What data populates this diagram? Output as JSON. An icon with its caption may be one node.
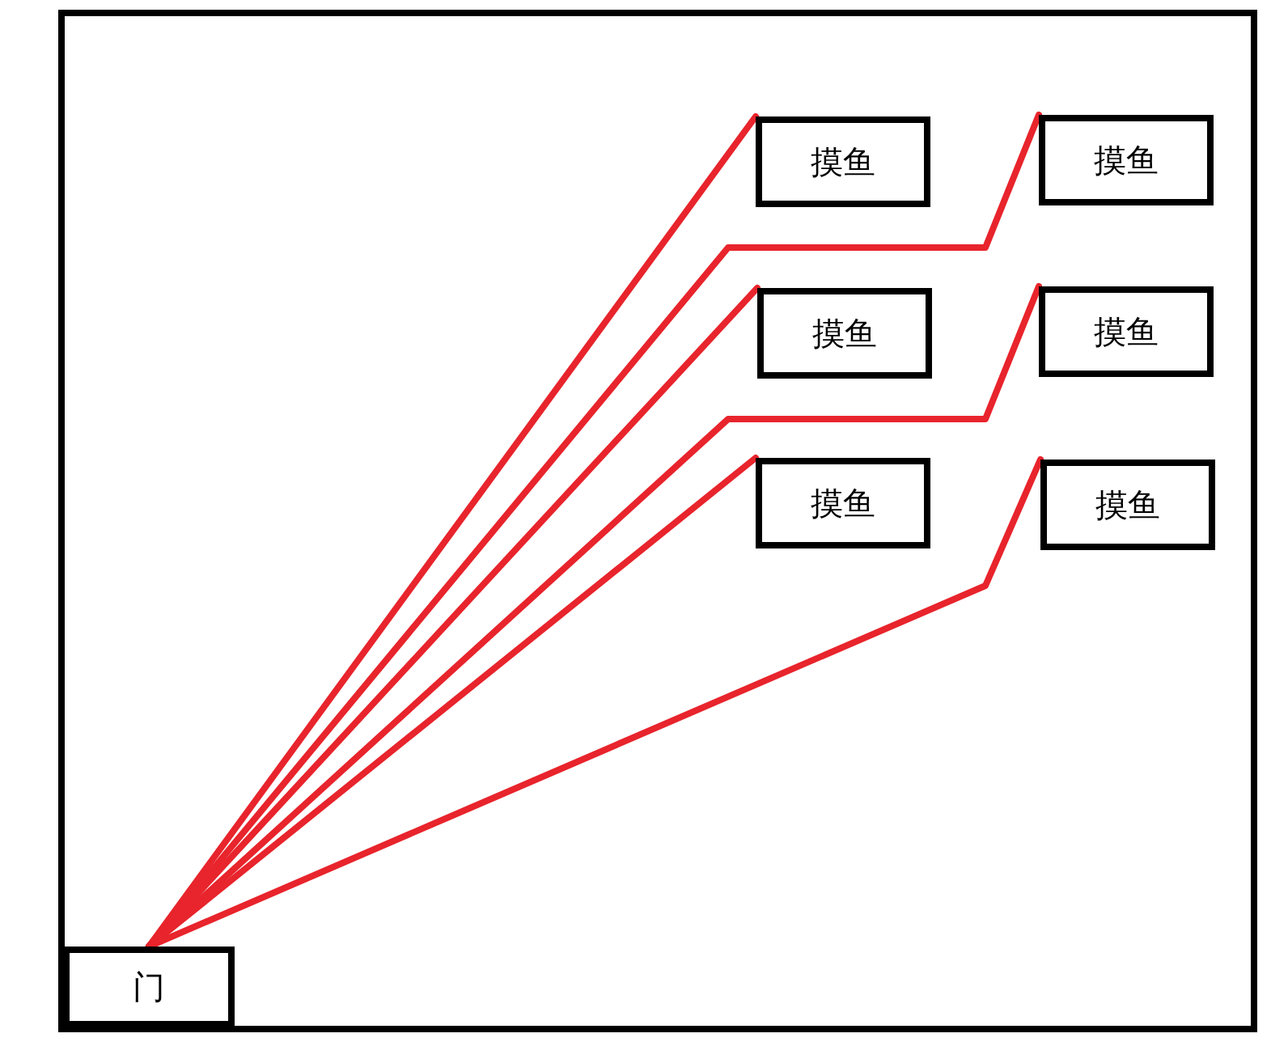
{
  "diagram": {
    "nodes": [
      {
        "text": [],
        "shape": "box"
      },
      {
        "text": [
          "门"
        ],
        "in": 0
      },
      {
        "text": [
          "摸鱼"
        ],
        "in": 0
      },
      {
        "text": [
          "摸鱼"
        ],
        "in": 0
      },
      {
        "text": [
          "摸鱼"
        ],
        "in": 0
      },
      {
        "text": [
          "摸鱼"
        ],
        "in": 0
      },
      {
        "text": [
          "摸鱼"
        ],
        "in": 0
      },
      {
        "text": [
          "摸鱼"
        ],
        "in": 0
      }
    ],
    "edges": [
      {
        "from": 1,
        "to": 2,
        "arrow": "none"
      },
      {
        "from": 1,
        "to": 3,
        "arrow": "none"
      },
      {
        "from": 1,
        "to": 4,
        "arrow": "none"
      },
      {
        "from": 1,
        "to": 5,
        "arrow": "none"
      },
      {
        "from": 1,
        "to": 6,
        "arrow": "none"
      },
      {
        "from": 1,
        "to": 7,
        "arrow": "none"
      }
    ]
  }
}
